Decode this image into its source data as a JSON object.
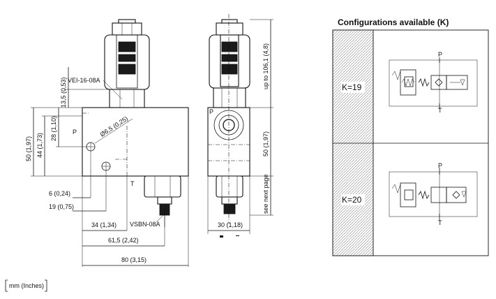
{
  "drawing": {
    "valve_label": "VEI-16-08A",
    "plug_label": "VSBN-08A",
    "port_p": "P",
    "port_t": "T",
    "dims": {
      "d13_5": "13,5 (0,53)",
      "d50_left": "50 (1,97)",
      "d44": "44 (1,73)",
      "d28": "28 (1,10)",
      "d6_5": "Ø6,5 (0,25)",
      "d6": "6 (0,24)",
      "d19": "19 (0,75)",
      "d34": "34 (1,34)",
      "d61_5": "61,5 (2,42)",
      "d80": "80 (3,15)",
      "d30": "30 (1,18)",
      "d106": "up to 106,1 (4,8)",
      "d50_right": "50 (1,97)",
      "see_next": "see next page"
    },
    "units_note": "mm  (Inches)"
  },
  "configurations": {
    "title": "Configurations available (K)",
    "rows": [
      {
        "label": "K=19",
        "port_top": "P",
        "port_bottom": "T"
      },
      {
        "label": "K=20",
        "port_top": "P",
        "port_bottom": "T"
      }
    ]
  },
  "colors": {
    "line": "#111111",
    "hatch": "#9a9a9a"
  }
}
